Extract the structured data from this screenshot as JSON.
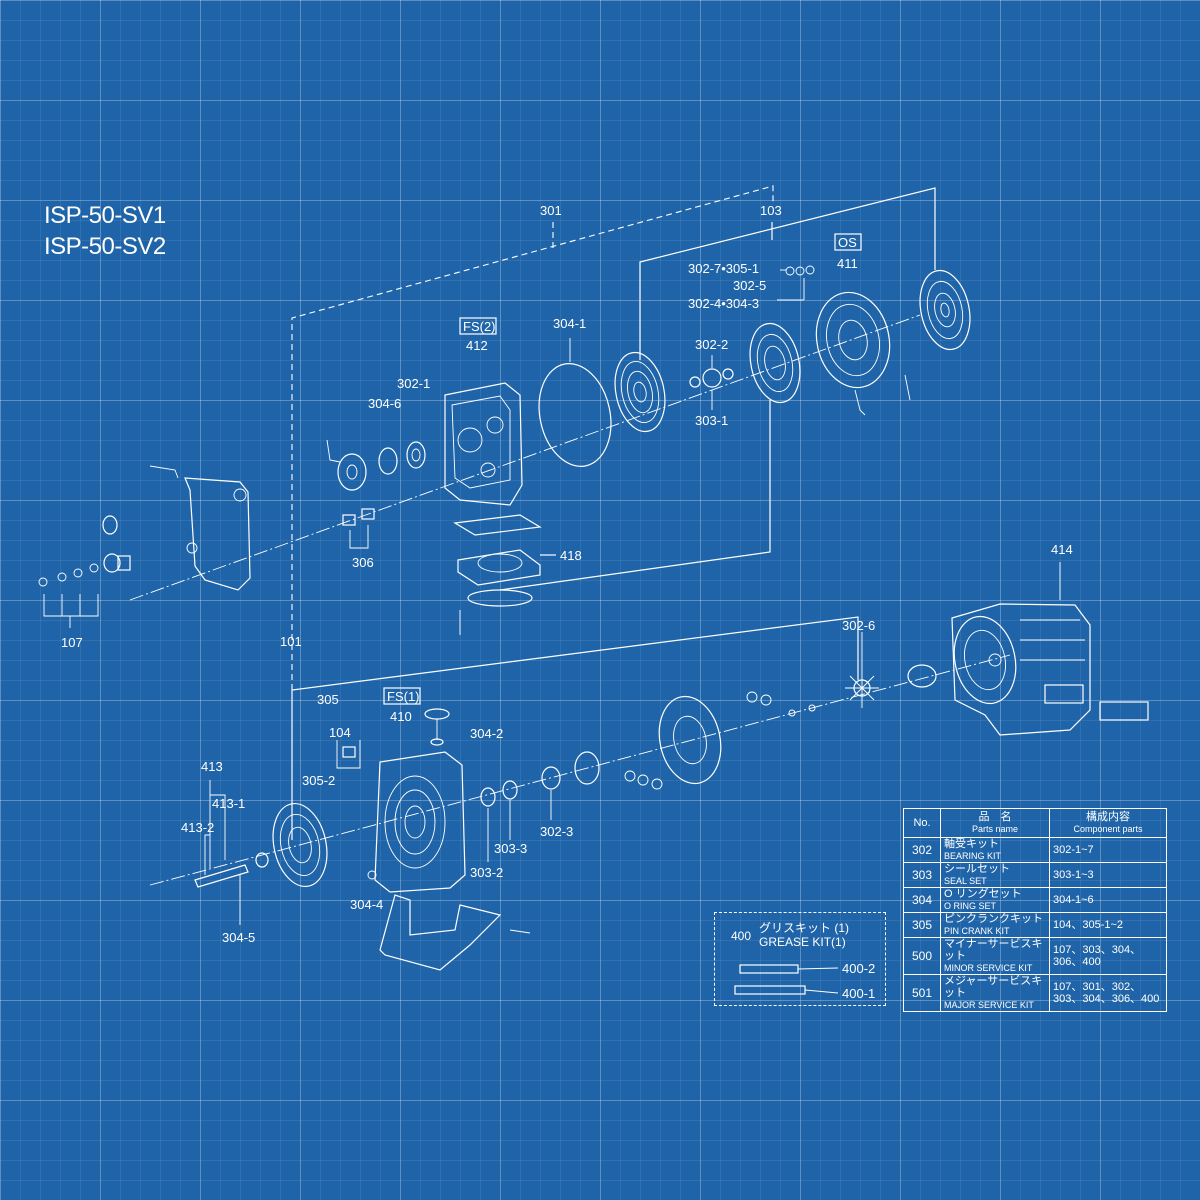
{
  "titles": [
    "ISP-50-SV1",
    "ISP-50-SV2"
  ],
  "labels": {
    "l301": "301",
    "l103": "103",
    "fs2": "FS(2)",
    "l412": "412",
    "l304_1": "304-1",
    "os": "OS",
    "l411": "411",
    "l302_7": "302-7•305-1",
    "l302_5": "302-5",
    "l302_4": "302-4•304-3",
    "l302_2": "302-2",
    "l303_1": "303-1",
    "l302_1": "302-1",
    "l304_6": "304-6",
    "l306": "306",
    "l418": "418",
    "l107": "107",
    "l101": "101",
    "l414": "414",
    "l302_6": "302-6",
    "l305": "305",
    "l104": "104",
    "l305_2": "305-2",
    "fs1": "FS(1)",
    "l410": "410",
    "l304_2": "304-2",
    "l413": "413",
    "l413_1": "413-1",
    "l413_2": "413-2",
    "l303_2": "303-2",
    "l303_3": "303-3",
    "l302_3": "302-3",
    "l304_4": "304-4",
    "l304_5": "304-5",
    "l400_2": "400-2",
    "l400_1": "400-1"
  },
  "grease_kit": {
    "no": "400",
    "name_jp": "グリスキット (1)",
    "name_en": "GREASE KIT(1)"
  },
  "parts_table": {
    "headers": {
      "no": "No.",
      "name_jp": "品　名",
      "name_en": "Parts name",
      "comp_jp": "構成内容",
      "comp_en": "Component parts"
    },
    "rows": [
      {
        "no": "302",
        "jp": "軸受キット",
        "en": "BEARING KIT",
        "comp": "302-1~7"
      },
      {
        "no": "303",
        "jp": "シールセット",
        "en": "SEAL SET",
        "comp": "303-1~3"
      },
      {
        "no": "304",
        "jp": "O リングセット",
        "en": "O RING SET",
        "comp": "304-1~6"
      },
      {
        "no": "305",
        "jp": "ピンクランクキット",
        "en": "PIN CRANK KIT",
        "comp": "104、305-1~2"
      },
      {
        "no": "500",
        "jp": "マイナーサービスキット",
        "en": "MINOR SERVICE KIT",
        "comp": "107、303、304、306、400"
      },
      {
        "no": "501",
        "jp": "メジャーサービスキット",
        "en": "MAJOR SERVICE KIT",
        "comp": "107、301、302、303、304、306、400"
      }
    ]
  }
}
